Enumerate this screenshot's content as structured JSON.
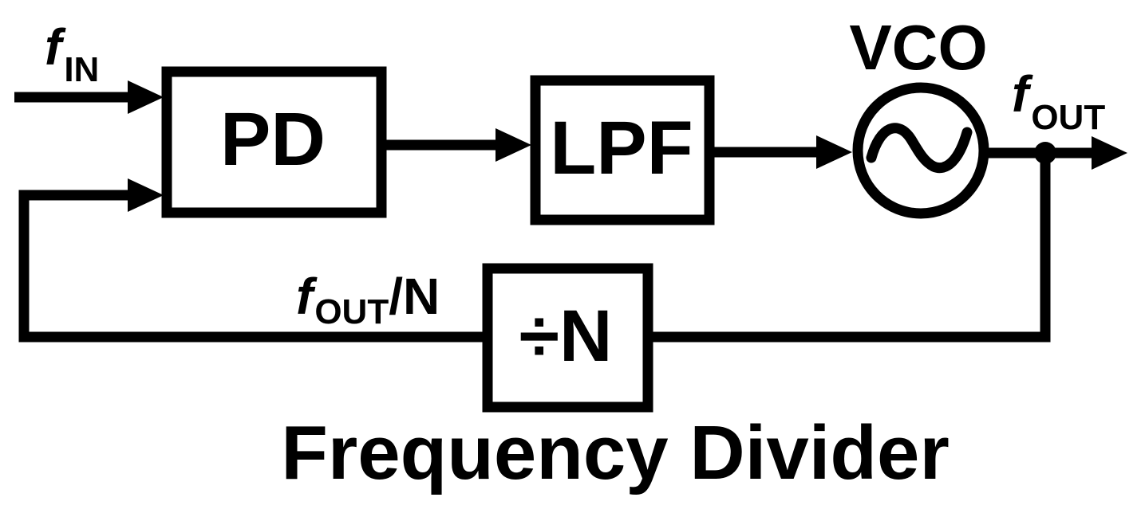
{
  "diagram": {
    "caption": "Frequency Divider",
    "blocks": {
      "pd": {
        "label": "PD"
      },
      "lpf": {
        "label": "LPF"
      },
      "vco": {
        "label": "VCO"
      },
      "divider": {
        "label": "÷N"
      }
    },
    "signals": {
      "f_in": {
        "base": "f",
        "sub": "IN"
      },
      "f_out": {
        "base": "f",
        "sub": "OUT"
      },
      "f_out_div": {
        "base": "f",
        "sub": "OUT",
        "suffix": "/N"
      }
    },
    "colors": {
      "stroke": "#000000",
      "background": "#ffffff"
    }
  }
}
